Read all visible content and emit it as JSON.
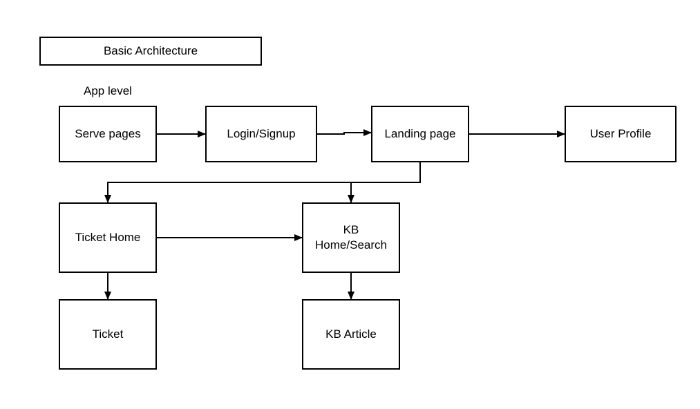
{
  "diagram": {
    "title": "Basic Architecture",
    "section_label": "App level",
    "nodes": {
      "serve_pages": "Serve pages",
      "login_signup": "Login/Signup",
      "landing_page": "Landing page",
      "user_profile": "User Profile",
      "ticket_home": "Ticket Home",
      "kb_home_search_line1": "KB",
      "kb_home_search_line2": "Home/Search",
      "ticket": "Ticket",
      "kb_article": "KB Article"
    },
    "edges": [
      {
        "from": "Serve pages",
        "to": "Login/Signup"
      },
      {
        "from": "Login/Signup",
        "to": "Landing page"
      },
      {
        "from": "Landing page",
        "to": "User Profile"
      },
      {
        "from": "Landing page",
        "to": "Ticket Home"
      },
      {
        "from": "Landing page",
        "to": "KB Home/Search"
      },
      {
        "from": "Ticket Home",
        "to": "KB Home/Search"
      },
      {
        "from": "Ticket Home",
        "to": "Ticket"
      },
      {
        "from": "KB Home/Search",
        "to": "KB Article"
      }
    ]
  }
}
